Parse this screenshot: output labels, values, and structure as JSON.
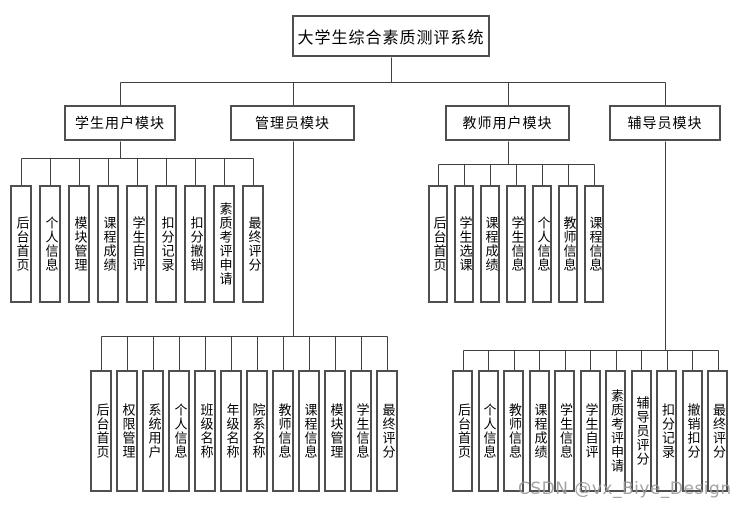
{
  "diagram": {
    "title": "大学生综合素质测评系统",
    "line_color": "#3f3f3f",
    "box_border_color": "#4f4f4f",
    "modules": [
      {
        "id": "student",
        "label": "学生用户模块",
        "children": [
          "后台首页",
          "个人信息",
          "模块管理",
          "课程成绩",
          "学生自评",
          "扣分记录",
          "扣分撤销",
          "素质考评申请",
          "最终评分"
        ]
      },
      {
        "id": "admin",
        "label": "管理员模块",
        "children": [
          "后台首页",
          "权限管理",
          "系统用户",
          "个人信息",
          "班级名称",
          "年级名称",
          "院系名称",
          "教师信息",
          "课程信息",
          "模块管理",
          "学生信息",
          "最终评分"
        ]
      },
      {
        "id": "teacher",
        "label": "教师用户模块",
        "children": [
          "后台首页",
          "学生选课",
          "课程成绩",
          "学生信息",
          "个人信息",
          "教师信息",
          "课程信息"
        ]
      },
      {
        "id": "counselor",
        "label": "辅导员模块",
        "children": [
          "后台首页",
          "个人信息",
          "教师信息",
          "课程成绩",
          "学生信息",
          "学生自评",
          "素质考评申请",
          "辅导员评分",
          "扣分记录",
          "撤销扣分",
          "最终评分"
        ]
      }
    ]
  },
  "watermark": {
    "text": "CSDN @vx_Biye_Design"
  }
}
